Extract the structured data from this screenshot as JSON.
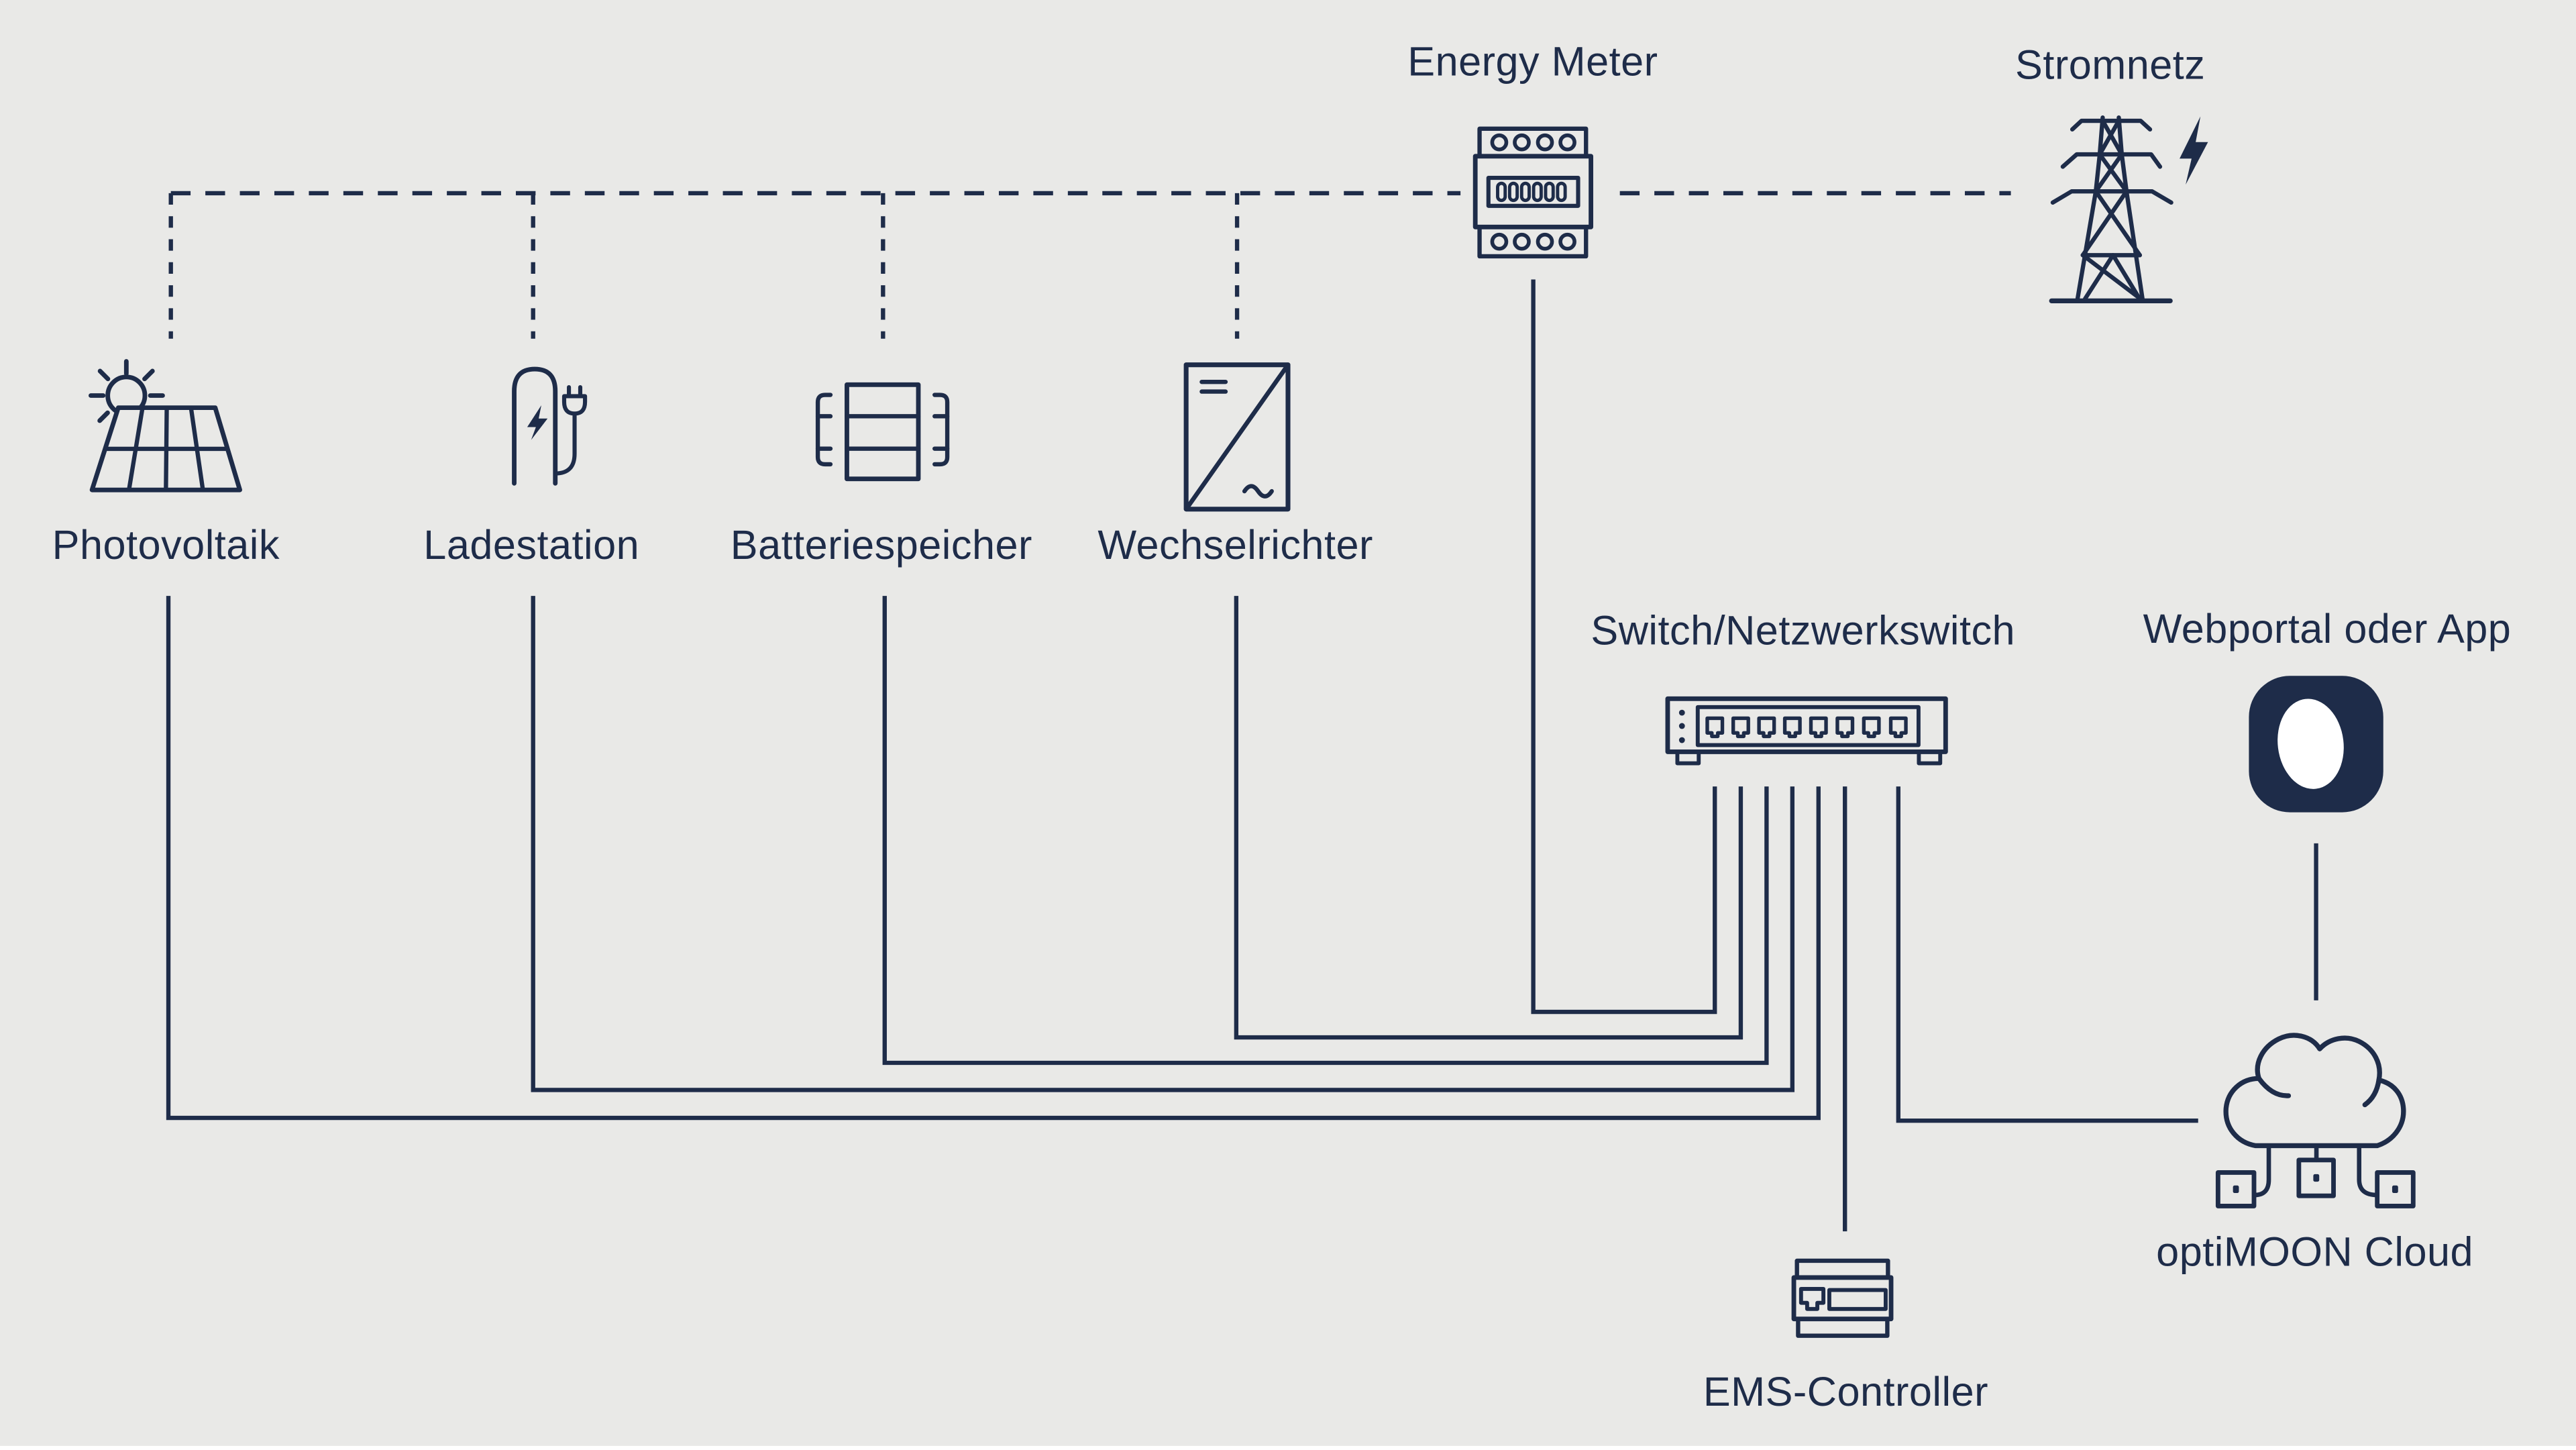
{
  "colors": {
    "background": "#e9e9e7",
    "ink": "#1e2c49",
    "app_icon_fill": "#1e2c49",
    "app_icon_blob": "#ffffff",
    "bottom_strip": "#ffffff"
  },
  "nodes": {
    "photovoltaik": {
      "label": "Photovoltaik",
      "icon": "solar-panel-icon"
    },
    "ladestation": {
      "label": "Ladestation",
      "icon": "ev-charger-icon"
    },
    "batteriespeicher": {
      "label": "Batteriespeicher",
      "icon": "battery-storage-icon"
    },
    "wechselrichter": {
      "label": "Wechselrichter",
      "icon": "inverter-icon"
    },
    "energy_meter": {
      "label": "Energy Meter",
      "icon": "energy-meter-icon"
    },
    "stromnetz": {
      "label": "Stromnetz",
      "icon": "power-grid-pylon-icon"
    },
    "switch": {
      "label": "Switch/Netzwerkswitch",
      "icon": "network-switch-icon"
    },
    "webportal": {
      "label": "Webportal oder App",
      "icon": "app-icon"
    },
    "ems_controller": {
      "label": "EMS-Controller",
      "icon": "ems-controller-icon"
    },
    "optimoon_cloud": {
      "label": "optiMOON Cloud",
      "icon": "cloud-network-icon"
    }
  },
  "edges": [
    {
      "from": "Photovoltaik",
      "to": "Energy Meter",
      "type": "dashed"
    },
    {
      "from": "Ladestation",
      "to": "Energy Meter",
      "type": "dashed"
    },
    {
      "from": "Batteriespeicher",
      "to": "Energy Meter",
      "type": "dashed"
    },
    {
      "from": "Wechselrichter",
      "to": "Energy Meter",
      "type": "dashed"
    },
    {
      "from": "Energy Meter",
      "to": "Stromnetz",
      "type": "dashed"
    },
    {
      "from": "Photovoltaik",
      "to": "Switch/Netzwerkswitch",
      "type": "solid"
    },
    {
      "from": "Ladestation",
      "to": "Switch/Netzwerkswitch",
      "type": "solid"
    },
    {
      "from": "Batteriespeicher",
      "to": "Switch/Netzwerkswitch",
      "type": "solid"
    },
    {
      "from": "Wechselrichter",
      "to": "Switch/Netzwerkswitch",
      "type": "solid"
    },
    {
      "from": "Energy Meter",
      "to": "Switch/Netzwerkswitch",
      "type": "solid"
    },
    {
      "from": "Switch/Netzwerkswitch",
      "to": "EMS-Controller",
      "type": "solid"
    },
    {
      "from": "Switch/Netzwerkswitch",
      "to": "optiMOON Cloud",
      "type": "solid"
    },
    {
      "from": "Webportal oder App",
      "to": "optiMOON Cloud",
      "type": "solid"
    }
  ]
}
